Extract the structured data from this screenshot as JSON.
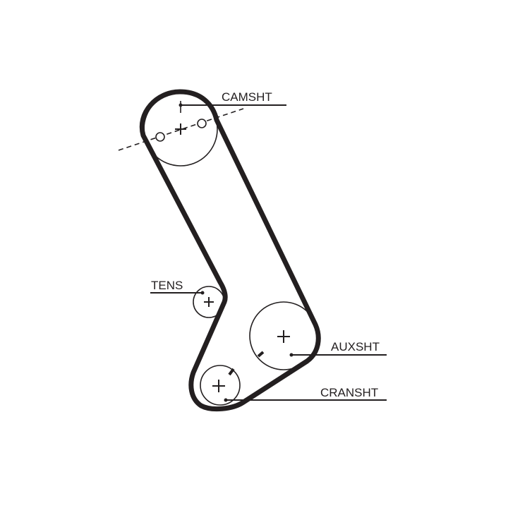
{
  "diagram": {
    "components": [
      {
        "id": "camshaft",
        "label": "CAMSHT"
      },
      {
        "id": "tensioner",
        "label": "TENS"
      },
      {
        "id": "auxiliary",
        "label": "AUXSHT"
      },
      {
        "id": "crankshaft",
        "label": "CRANSHT"
      }
    ],
    "colors": {
      "ink": "#231f20",
      "background": "#ffffff"
    }
  }
}
